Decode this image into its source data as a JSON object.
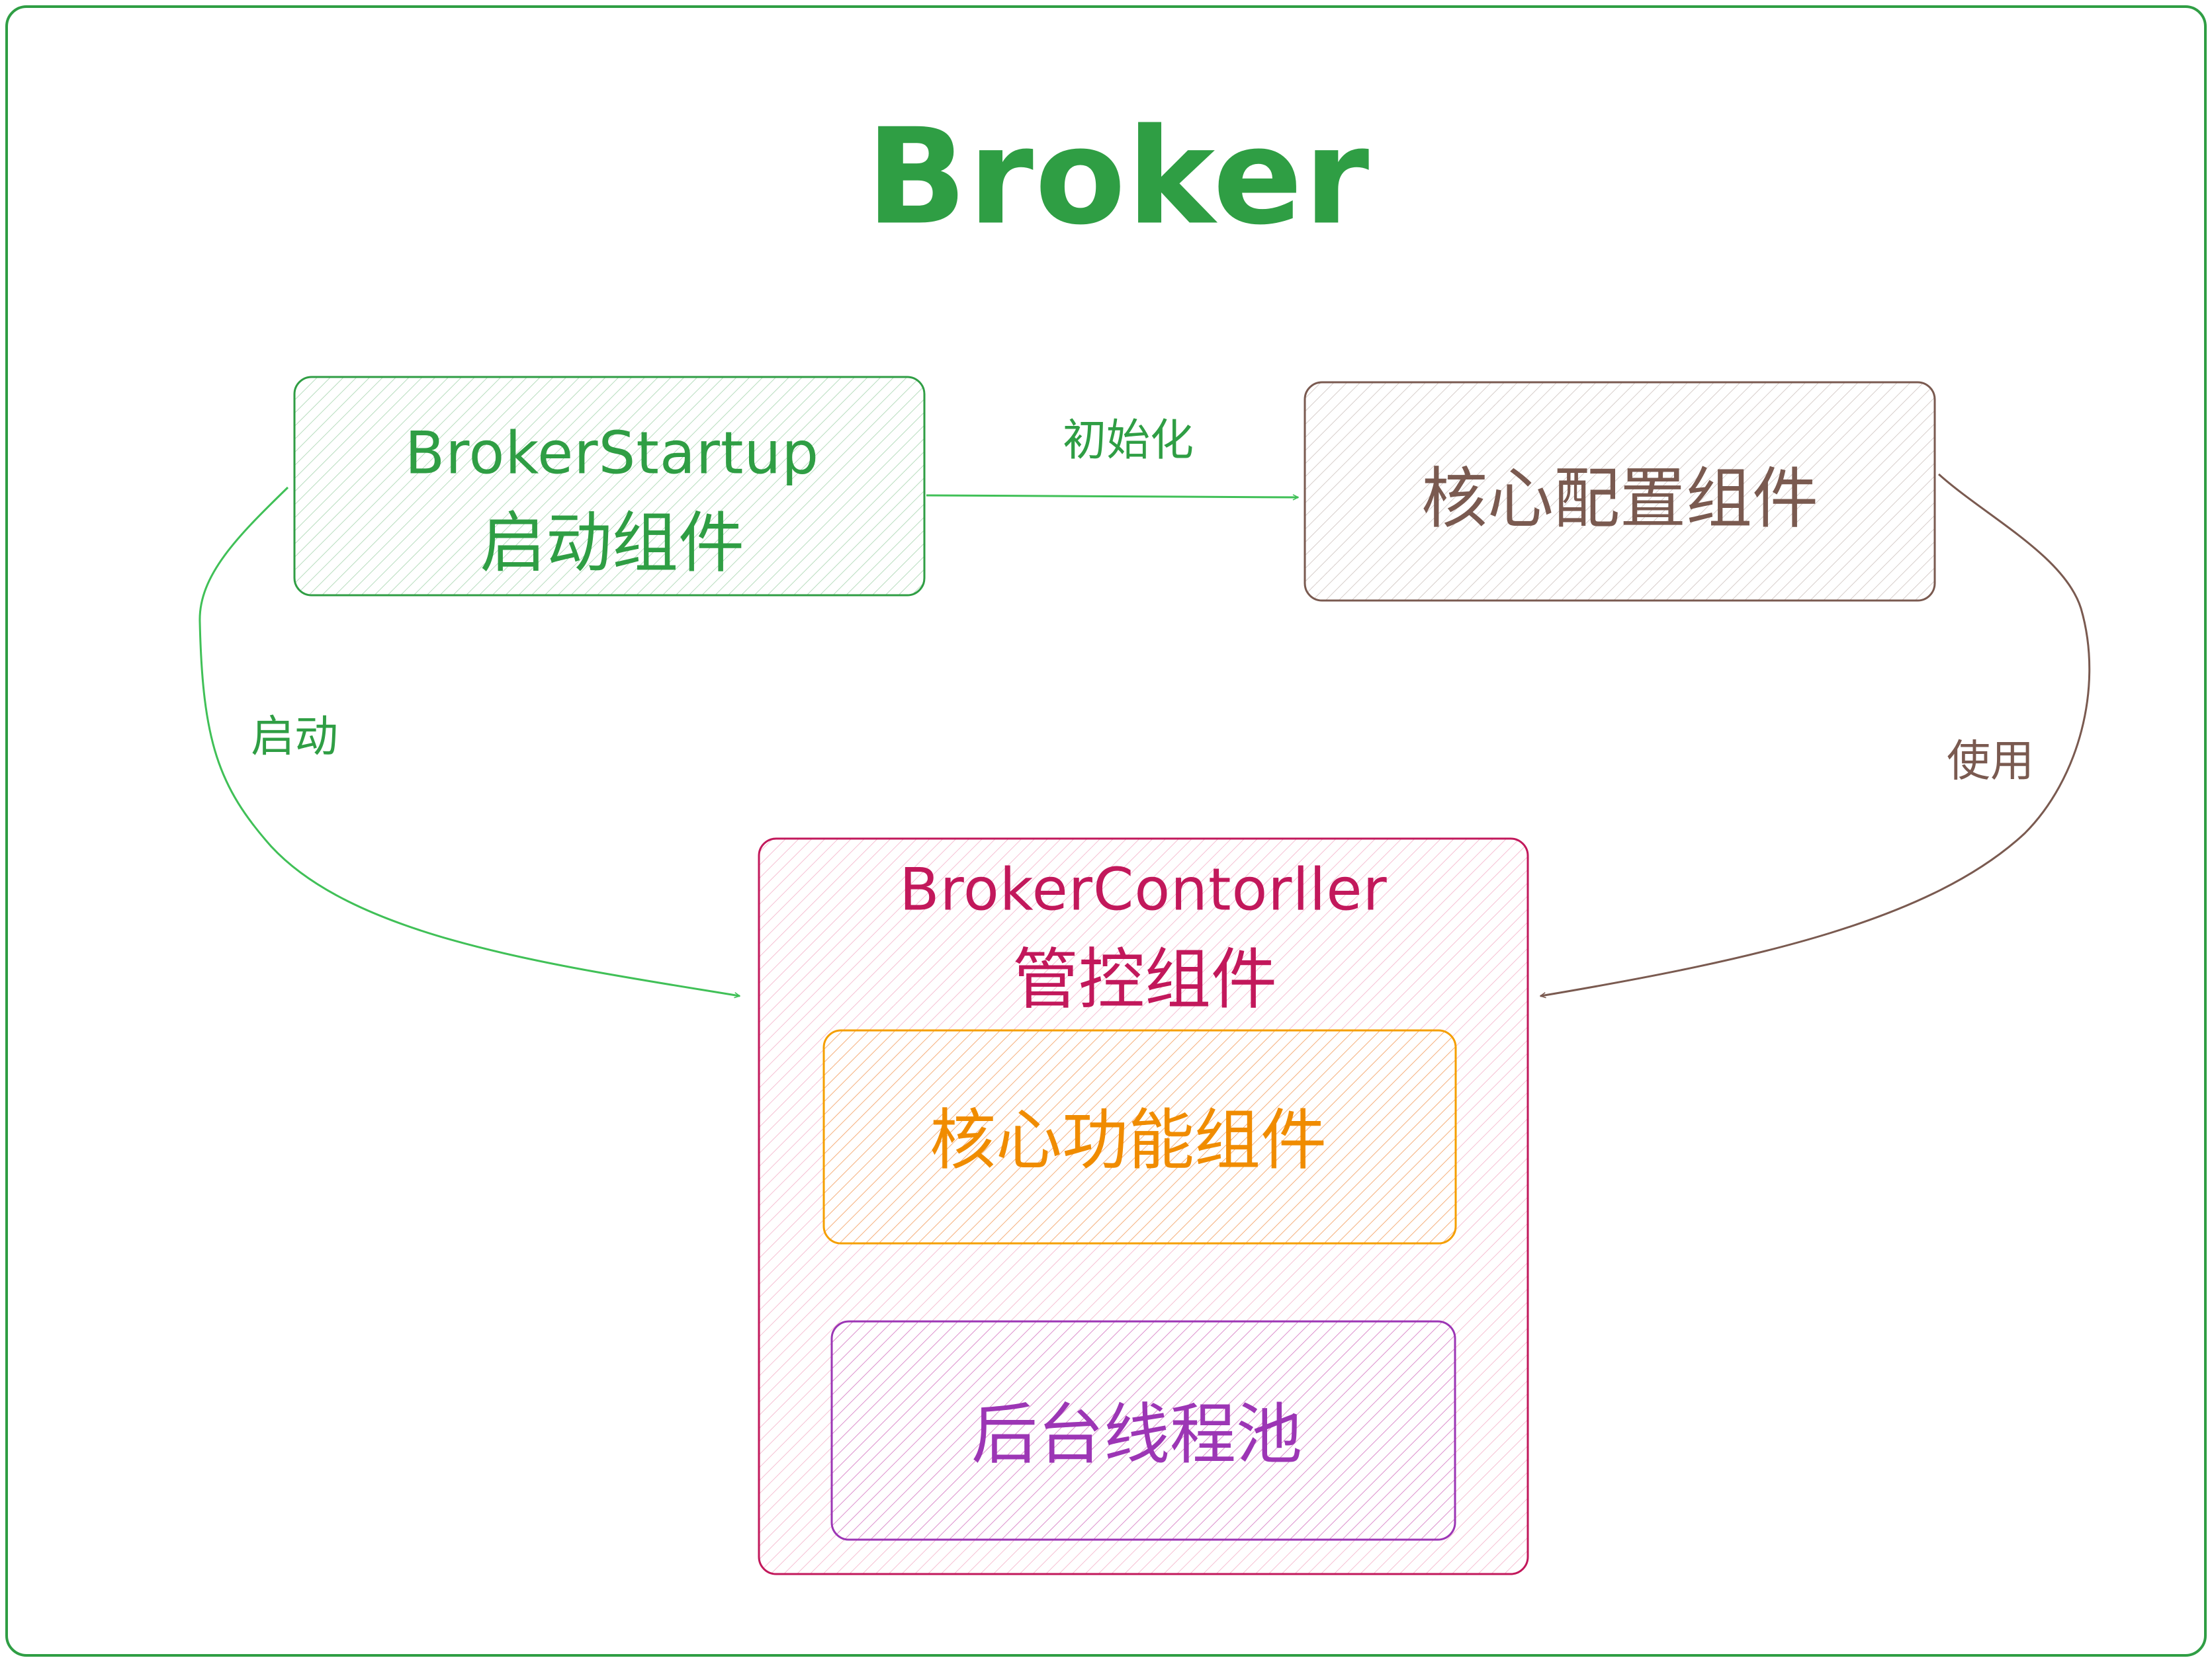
{
  "title": "Broker",
  "nodes": {
    "startup": {
      "name": "BrokerStartup",
      "desc": "启动组件"
    },
    "config": {
      "desc": "核心配置组件"
    },
    "controller": {
      "name": "BrokerContorller",
      "desc": "管控组件",
      "children": {
        "core": "核心功能组件",
        "threads": "后台线程池"
      }
    }
  },
  "edges": {
    "init": "初始化",
    "start": "启动",
    "use": "使用"
  },
  "colors": {
    "green": "#2f9e44",
    "brown": "#7a5a50",
    "crimson": "#c2185b",
    "orange": "#f08c00",
    "purple": "#9c36b5"
  }
}
